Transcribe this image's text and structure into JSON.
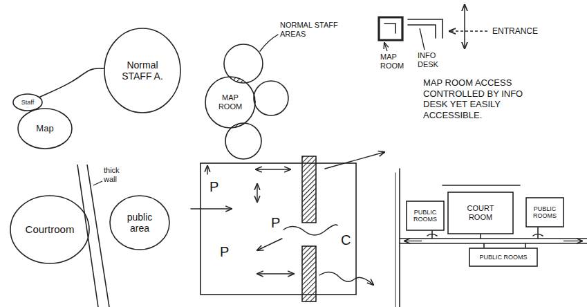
{
  "diagram": {
    "nodes": [
      {
        "text": [
          "Staff"
        ]
      },
      {
        "text": [
          "Map"
        ]
      },
      {
        "text": [
          "Normal STAFF A."
        ]
      },
      {
        "text": [
          "MAP ROOM"
        ]
      },
      {
        "text": [
          "Courtroom"
        ]
      },
      {
        "text": [
          "public area"
        ]
      },
      {
        "text": [
          "PUBLIC ROOMS"
        ]
      },
      {
        "text": [
          "COURT ROOM"
        ]
      },
      {
        "text": [
          "PUBLIC ROOMS"
        ]
      },
      {
        "text": [
          "PUBLIC ROOMS"
        ]
      }
    ],
    "edges": [
      {
        "from": 0,
        "to": 2,
        "arrow": "none"
      }
    ],
    "labels": [
      "NORMAL STAFF AREAS",
      "MAP ROOM",
      "INFO DESK",
      "ENTRANCE",
      "MAP ROOM ACCESS CONTROLLED BY INFO DESK YET EASILY ACCESSIBLE.",
      "thick wall",
      "P",
      "P",
      "P",
      "C"
    ]
  }
}
